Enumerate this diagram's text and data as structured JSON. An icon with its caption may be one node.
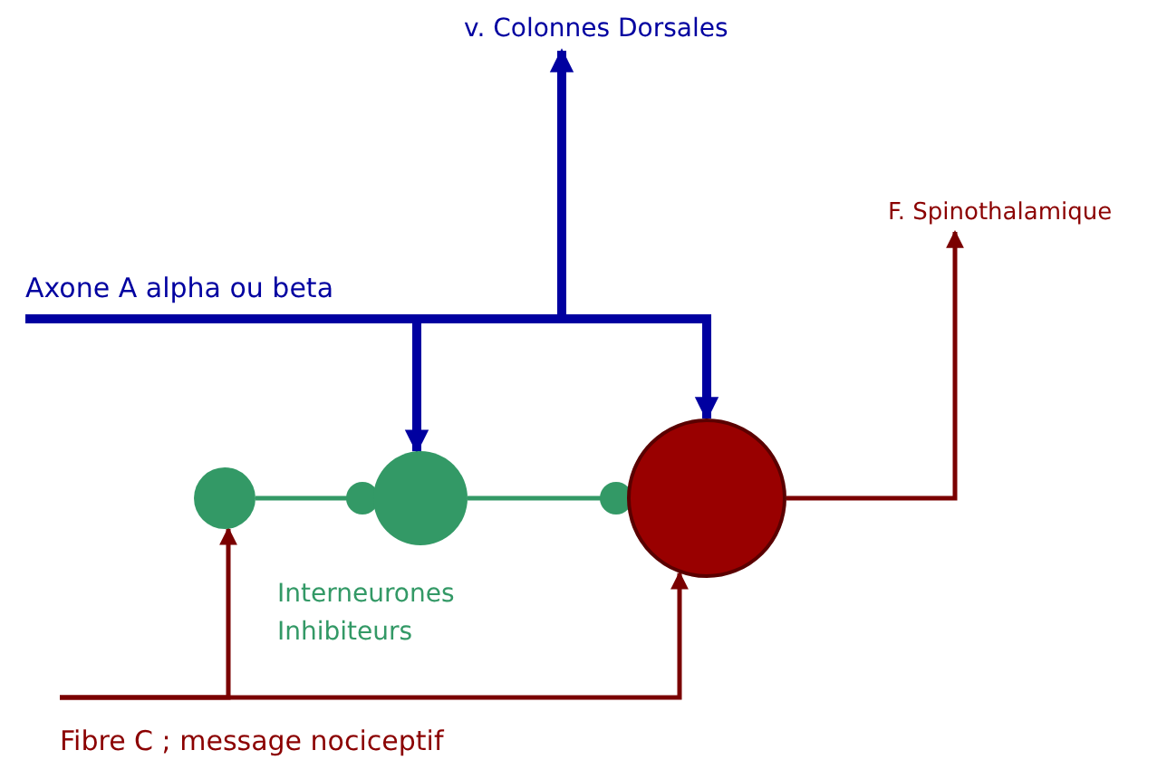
{
  "diagram": {
    "nodes": [
      {
        "text": [
          "Axone A alpha ou beta"
        ]
      },
      {
        "text": [
          "v. Colonnes Dorsales"
        ]
      },
      {
        "text": [
          "F. Spinothalamique"
        ]
      },
      {
        "text": [
          "Fibre C ; message nociceptif"
        ]
      },
      {
        "text": [],
        "shape": "circle"
      },
      {
        "text": [],
        "shape": "circle",
        "beside": [
          "Interneurones Inhibiteurs"
        ]
      },
      {
        "text": [],
        "shape": "circle"
      }
    ],
    "edges": [
      {
        "from": 0,
        "to": 1,
        "arrow": "to",
        "style": "thick"
      },
      {
        "from": 0,
        "to": 5,
        "arrow": "to",
        "style": "thick"
      },
      {
        "from": 0,
        "to": 6,
        "arrow": "to",
        "style": "thick"
      },
      {
        "from": 4,
        "to": 5,
        "arrow": "other",
        "color": "#339966"
      },
      {
        "from": 5,
        "to": 6,
        "arrow": "other",
        "color": "#339966"
      },
      {
        "from": 3,
        "to": 4,
        "arrow": "to",
        "color": "#7a0000"
      },
      {
        "from": 3,
        "to": 6,
        "arrow": "to",
        "color": "#7a0000"
      },
      {
        "from": 6,
        "to": 2,
        "arrow": "to",
        "color": "#7a0000"
      }
    ]
  }
}
